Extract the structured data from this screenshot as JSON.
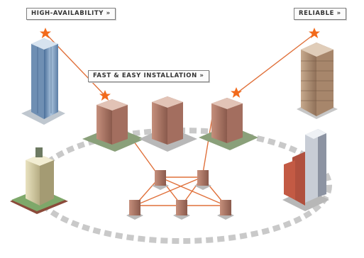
{
  "callouts": {
    "high_availability": "HIGH-AVAILABILITY »",
    "fast_easy_installation": "FAST & EASY INSTALLATION »",
    "reliable": "RELIABLE »"
  },
  "colors": {
    "accent_star": "#f26a1b",
    "link_line": "#e0703a",
    "ring": "#c9c9c9",
    "callout_border": "#7f7f7f",
    "callout_text": "#333333"
  },
  "icons": {
    "star": "star-icon",
    "building": "building-icon",
    "small_building": "node-building-icon"
  }
}
